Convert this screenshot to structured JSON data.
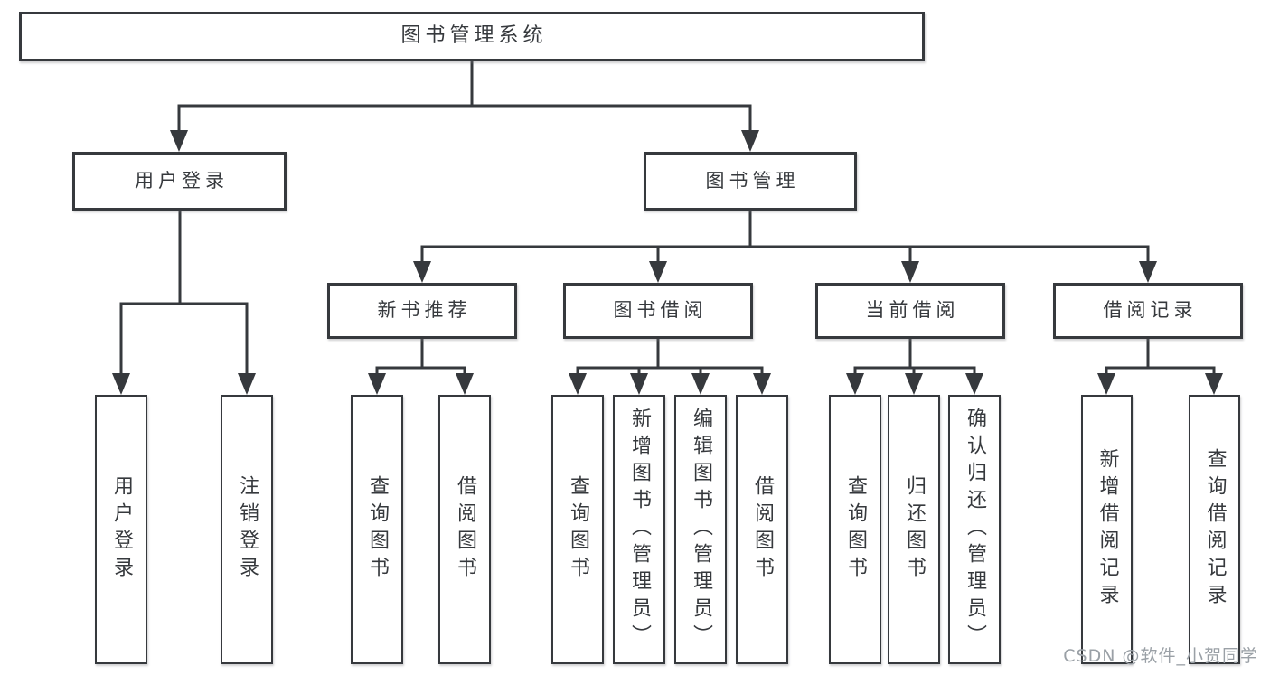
{
  "diagram": {
    "title": "图书管理系统",
    "branches": [
      {
        "label": "用户登录",
        "children": [
          {
            "label": "用户登录"
          },
          {
            "label": "注销登录"
          }
        ]
      },
      {
        "label": "图书管理",
        "children": [
          {
            "label": "新书推荐",
            "children": [
              {
                "label": "查询图书"
              },
              {
                "label": "借阅图书"
              }
            ]
          },
          {
            "label": "图书借阅",
            "children": [
              {
                "label": "查询图书"
              },
              {
                "label": "新增图书（管理员）"
              },
              {
                "label": "编辑图书（管理员）"
              },
              {
                "label": "借阅图书"
              }
            ]
          },
          {
            "label": "当前借阅",
            "children": [
              {
                "label": "查询图书"
              },
              {
                "label": "归还图书"
              },
              {
                "label": "确认归还（管理员）"
              }
            ]
          },
          {
            "label": "借阅记录",
            "children": [
              {
                "label": "新增借阅记录"
              },
              {
                "label": "查询借阅记录"
              }
            ]
          }
        ]
      }
    ]
  },
  "watermark": {
    "text": "CSDN @软件_小贺同学"
  },
  "colors": {
    "line": "#36393d",
    "box_border": "#36393d",
    "text": "#36393d",
    "watermark": "#9aa0a6",
    "background": "#ffffff"
  }
}
